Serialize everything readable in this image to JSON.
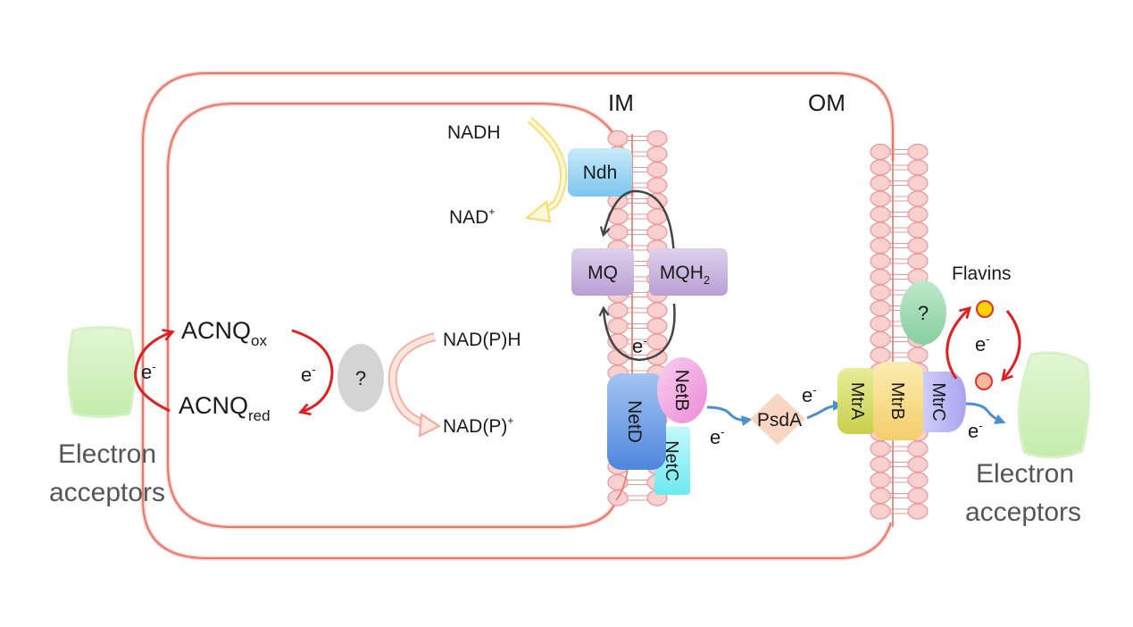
{
  "diagram": {
    "membranes": {
      "inner": "IM",
      "outer": "OM"
    },
    "cytoplasm": {
      "nadh": "NADH",
      "nad_plus_base": "NAD",
      "nad_plus_sup": "+",
      "ndh": "Ndh",
      "mq": "MQ",
      "mqh2_base": "MQH",
      "mqh2_sub": "2",
      "mq_cycle_electron": "e",
      "electron_sup": "-",
      "acnq_ox_base": "ACNQ",
      "acnq_ox_sub": "ox",
      "acnq_red_base": "ACNQ",
      "acnq_red_sub": "red",
      "unknown_enzyme": "?",
      "nadph": "NAD(P)H",
      "nadp_plus_base": "NAD(P)",
      "nadp_plus_sup": "+",
      "acnq_cycle_electron": "e",
      "acnq_left_electron": "e"
    },
    "inner_membrane_complex": {
      "netd": "NetD",
      "netb": "NetB",
      "netc": "NetC",
      "netb_electron": "e"
    },
    "periplasm": {
      "psda": "PsdA",
      "psda_electron": "e"
    },
    "outer_membrane_complex": {
      "mtra": "MtrA",
      "mtrb": "MtrB",
      "mtrc": "MtrC",
      "unknown_protein": "?",
      "mtrc_electron": "e"
    },
    "extracellular": {
      "flavins": "Flavins",
      "flavin_electron": "e",
      "acceptor_label_line1": "Electron",
      "acceptor_label_line2": "acceptors"
    },
    "left_acceptor": {
      "label_line1": "Electron",
      "label_line2": "acceptors"
    }
  },
  "colors": {
    "membrane_line": "#e8776a",
    "lipid_head_fill": "#f9cfcf",
    "lipid_head_stroke": "#e89898",
    "red_arrow": "#e02020",
    "blue_arrow": "#4a90d0",
    "gray_arrow": "#444444",
    "yellow_arrow": "#f5dc6a",
    "pink_arrow": "#f3a89a",
    "acceptor_green": "#cdeeb8",
    "ndh_blue": "#8fd0f0",
    "mq_purple": "#c9b4dd",
    "netd_blue": "#6a9ee6",
    "netb_pink": "#f4a6e2",
    "netc_cyan": "#8cf0f4",
    "psda_peach": "#f8d2bc",
    "mtra_olive": "#d6dc6a",
    "mtrb_yellow": "#f8de8a",
    "mtrc_lavender": "#bab8f4",
    "unknown_green": "#9fd8b4",
    "unknown_gray": "#d4d4d4",
    "flavin_ox": "#ffd200",
    "flavin_red": "#f6b89a"
  }
}
